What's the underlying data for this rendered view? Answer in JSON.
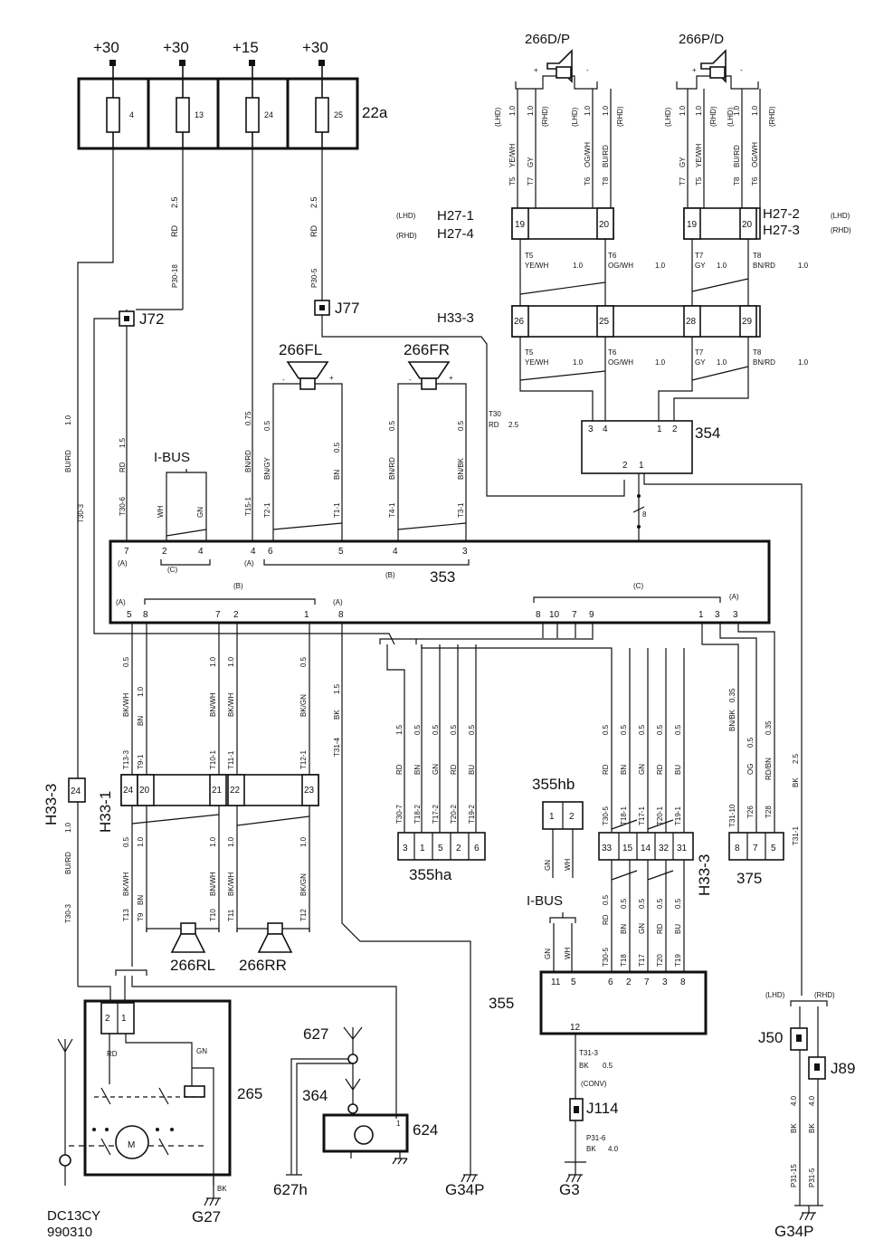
{
  "doc": {
    "code": "DC13CY",
    "date": "990310"
  },
  "fuses": {
    "supplies": [
      "+30",
      "+30",
      "+15",
      "+30"
    ],
    "numbers": [
      "4",
      "13",
      "24",
      "25"
    ],
    "box_label": "22a"
  },
  "wires_top": {
    "w1": {
      "code": "P30-18",
      "color": "RD",
      "size": "2.5"
    },
    "w2": {
      "code": "P30-5",
      "color": "RD",
      "size": "2.5"
    }
  },
  "junctions": {
    "j72": "J72",
    "j77": "J77",
    "j50": "J50",
    "j89": "J89",
    "j114": "J114"
  },
  "speakers": {
    "dp": "266D/P",
    "pd": "266P/D",
    "fl": "266FL",
    "fr": "266FR",
    "rl": "266RL",
    "rr": "266RR"
  },
  "connectors": {
    "h27_1": "H27-1",
    "h27_4": "H27-4",
    "h27_2": "H27-2",
    "h27_3": "H27-3",
    "h33_3": "H33-3",
    "h33_1": "H33-1",
    "lhd": "(LHD)",
    "rhd": "(RHD)",
    "conv": "(CONV)"
  },
  "components": {
    "c353": "353",
    "c354": "354",
    "c355": "355",
    "c355ha": "355ha",
    "c355hb": "355hb",
    "c375": "375",
    "c265": "265",
    "c624": "624",
    "c627": "627",
    "c627h": "627h",
    "c364": "364",
    "ibus": "I-BUS",
    "motor": "M"
  },
  "grounds": {
    "g27": "G27",
    "g34p_a": "G34P",
    "g3": "G3",
    "g34p_b": "G34P"
  },
  "group_labels": {
    "a": "(A)",
    "b": "(B)",
    "c": "(C)"
  },
  "h27_pins": {
    "p19a": "19",
    "p20a": "20",
    "p19b": "19",
    "p20b": "20"
  },
  "h33_pins": {
    "p26": "26",
    "p25": "25",
    "p28": "28",
    "p29": "29"
  },
  "c354_pins": {
    "p3": "3",
    "p4": "4",
    "p1": "1",
    "p2": "2",
    "p2b": "2",
    "p1b": "1"
  },
  "c353_top_pins": {
    "p7": "7",
    "p2": "2",
    "p4a": "4",
    "p4b": "4",
    "p6": "6",
    "p5": "5",
    "p4c": "4",
    "p3": "3"
  },
  "c353_bot_pins": {
    "p5": "5",
    "p8": "8",
    "p7": "7",
    "p2": "2",
    "p1": "1",
    "p8b": "8",
    "p8c": "8",
    "p10": "10",
    "p7b": "7",
    "p9": "9",
    "p1b": "1",
    "p3": "3",
    "p3b": "3"
  },
  "h33_1_pins": {
    "p24": "24",
    "p20": "20",
    "p21": "21",
    "p22": "22",
    "p23": "23",
    "p24b": "24"
  },
  "ha_pins": [
    "3",
    "1",
    "5",
    "2",
    "6"
  ],
  "h33_3b_pins": [
    "33",
    "15",
    "14",
    "32",
    "31"
  ],
  "c375_pins": [
    "8",
    "7",
    "5"
  ],
  "hb_pins": [
    "1",
    "2"
  ],
  "c355_pins": {
    "p11": "11",
    "p5": "5",
    "p6": "6",
    "p2": "2",
    "p7": "7",
    "p3": "3",
    "p8": "8",
    "p12": "12"
  },
  "c265_pins": {
    "p2": "2",
    "p1": "1"
  },
  "c624_pin": "1",
  "wire_labels": {
    "spk_dp": [
      "T5",
      "YE/WH",
      "1.0",
      "(LHD)",
      "T7",
      "GY",
      "1.0",
      "(RHD)",
      "T6",
      "OG/WH",
      "1.0",
      "(LHD)",
      "T8",
      "BU/RD",
      "1.0",
      "(RHD)"
    ],
    "spk_pd": [
      "T7",
      "GY",
      "1.0",
      "(LHD)",
      "T5",
      "YE/WH",
      "1.0",
      "(RHD)",
      "T8",
      "BU/RD",
      "1.0",
      "(LHD)",
      "T6",
      "OG/WH",
      "1.0",
      "(RHD)"
    ],
    "mid1": [
      "T5",
      "YE/WH",
      "1.0",
      "T6",
      "OG/WH",
      "1.0",
      "T7",
      "GY",
      "1.0",
      "T8",
      "BN/RD",
      "1.0"
    ],
    "mid2": [
      "T5",
      "YE/WH",
      "1.0",
      "T6",
      "OG/WH",
      "1.0",
      "T7",
      "GY",
      "1.0",
      "T8",
      "BN/RD",
      "1.0"
    ],
    "t30": [
      "T30",
      "RD",
      "2.5"
    ],
    "pin8": "8",
    "left": [
      "T30-3",
      "BU/RD",
      "1.0",
      "T30-6",
      "RD",
      "1.5",
      "WH",
      "GN",
      "T15-1",
      "BN/RD",
      "0.75",
      "T2-1",
      "BN/GY",
      "0.5",
      "T1-1",
      "BN",
      "0.5",
      "T4-1",
      "BN/RD",
      "0.5",
      "T3-1",
      "BN/BK",
      "0.5"
    ],
    "lower_left": [
      "T13-3",
      "BK/WH",
      "0.5",
      "T9-1",
      "BN",
      "1.0",
      "T10-1",
      "BN/WH",
      "1.0",
      "T11-1",
      "BK/WH",
      "1.0",
      "T12-1",
      "BK/GN",
      "0.5",
      "T31-4",
      "BK",
      "1.5"
    ],
    "ha_wires": [
      "T30-7",
      "RD",
      "1.5",
      "T18-2",
      "BN",
      "0.5",
      "T17-2",
      "GN",
      "0.5",
      "T20-2",
      "RD",
      "0.5",
      "T19-2",
      "BU",
      "0.5"
    ],
    "h33_wires": [
      "T30-5",
      "RD",
      "0.5",
      "T18-1",
      "BN",
      "0.5",
      "T17-1",
      "GN",
      "0.5",
      "T20-1",
      "RD",
      "0.5",
      "T19-1",
      "BU",
      "0.5"
    ],
    "c375_wires": [
      "T31-10",
      "BN/BK",
      "0.35",
      "T26",
      "OG",
      "0.5",
      "T28",
      "RD/BN",
      "0.35"
    ],
    "t31_1": [
      "T31-1",
      "BK",
      "2.5"
    ],
    "rear_wires": [
      "T13",
      "BK/WH",
      "0.5",
      "T9",
      "BN",
      "1.0",
      "T10",
      "BN/WH",
      "1.0",
      "T11",
      "BK/WH",
      "1.0",
      "T12",
      "BK/GN",
      "1.0",
      "T30-3",
      "BU/RD",
      "1.0"
    ],
    "c355_wires": [
      "T30-5",
      "RD",
      "0.5",
      "T18",
      "BN",
      "0.5",
      "T17",
      "GN",
      "0.5",
      "T20",
      "RD",
      "0.5",
      "T19",
      "BU",
      "0.5",
      "GN",
      "WH"
    ],
    "c355_gnd": [
      "T31-3",
      "BK",
      "0.5"
    ],
    "j114_gnd": [
      "P31-6",
      "BK",
      "4.0"
    ],
    "j50_gnd": [
      "BK",
      "4.0",
      "P31-15",
      "BK",
      "4.0",
      "P31-5"
    ],
    "c265": [
      "RD",
      "GN",
      "BK"
    ]
  }
}
